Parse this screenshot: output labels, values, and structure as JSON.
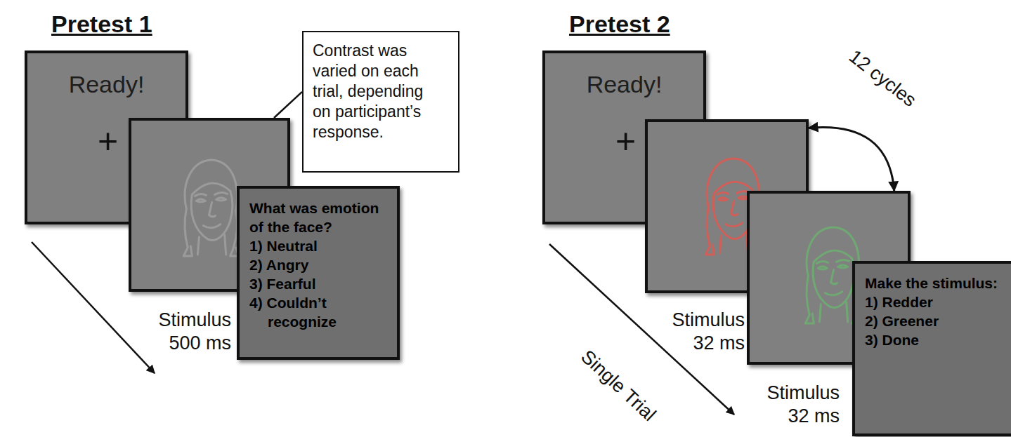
{
  "diagram": {
    "nodes": [
      {
        "text": [
          "Ready!",
          "+"
        ]
      },
      {
        "text": [
          "Stimulus 500 ms"
        ]
      },
      {
        "text": [
          "Contrast was varied on each trial, depending on participant’s response."
        ]
      },
      {
        "text": [
          "What was emotion of the face?",
          "1) Neutral",
          "2) Angry",
          "3) Fearful",
          "4) Couldn’t recognize"
        ]
      },
      {
        "text": [
          "Ready!",
          "+"
        ]
      },
      {
        "text": [
          "Stimulus 32 ms"
        ]
      },
      {
        "text": [
          "Stimulus 32 ms"
        ]
      },
      {
        "text": [
          "Make the stimulus:",
          "1) Redder",
          "2) Greener",
          "3) Done"
        ]
      }
    ],
    "edges": [
      {
        "from": 2,
        "to": 1,
        "arrow": "none"
      },
      {
        "from": 5,
        "to": 6,
        "label": "12 cycles",
        "arrow": "both"
      }
    ],
    "labels": [
      "Pretest 1",
      "Pretest 2",
      "Single Trial"
    ]
  }
}
